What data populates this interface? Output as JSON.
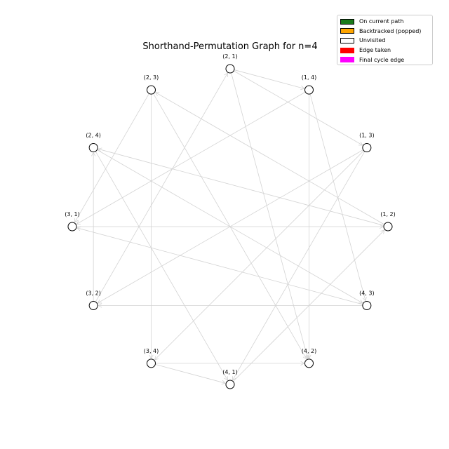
{
  "title": "Shorthand-Permutation Graph for n=4",
  "legend": [
    {
      "label": "On current path",
      "color": "#1a7a1a",
      "border": "#000000"
    },
    {
      "label": "Backtracked (popped)",
      "color": "#ffa500",
      "border": "#000000"
    },
    {
      "label": "Unvisited",
      "color": "#ffffff",
      "border": "#000000"
    },
    {
      "label": "Edge taken",
      "color": "#ff0000",
      "border": "#ff0000"
    },
    {
      "label": "Final cycle edge",
      "color": "#ff00ff",
      "border": "#ff00ff"
    }
  ],
  "colors": {
    "edge": "#d3d3d3",
    "node_fill": "#ffffff",
    "node_stroke": "#000000"
  },
  "nodes": [
    "(2, 1)",
    "(1, 4)",
    "(1, 3)",
    "(1, 2)",
    "(4, 3)",
    "(4, 2)",
    "(4, 1)",
    "(3, 4)",
    "(3, 2)",
    "(3, 1)",
    "(2, 4)",
    "(2, 3)"
  ],
  "edges": [
    [
      "(2, 1)",
      "(1, 4)"
    ],
    [
      "(2, 1)",
      "(1, 3)"
    ],
    [
      "(2, 1)",
      "(4, 2)"
    ],
    [
      "(1, 4)",
      "(4, 3)"
    ],
    [
      "(1, 4)",
      "(4, 2)"
    ],
    [
      "(1, 4)",
      "(3, 1)"
    ],
    [
      "(1, 3)",
      "(3, 4)"
    ],
    [
      "(1, 3)",
      "(3, 2)"
    ],
    [
      "(1, 3)",
      "(4, 1)"
    ],
    [
      "(1, 2)",
      "(2, 4)"
    ],
    [
      "(1, 2)",
      "(2, 3)"
    ],
    [
      "(3, 1)",
      "(1, 2)"
    ],
    [
      "(4, 3)",
      "(3, 1)"
    ],
    [
      "(4, 3)",
      "(3, 2)"
    ],
    [
      "(2, 4)",
      "(4, 3)"
    ],
    [
      "(2, 4)",
      "(4, 1)"
    ],
    [
      "(3, 2)",
      "(2, 4)"
    ],
    [
      "(3, 2)",
      "(2, 1)"
    ],
    [
      "(3, 4)",
      "(4, 2)"
    ],
    [
      "(3, 4)",
      "(4, 1)"
    ],
    [
      "(4, 1)",
      "(1, 2)"
    ],
    [
      "(2, 3)",
      "(3, 1)"
    ],
    [
      "(2, 3)",
      "(3, 4)"
    ],
    [
      "(2, 3)",
      "(4, 2)"
    ]
  ]
}
